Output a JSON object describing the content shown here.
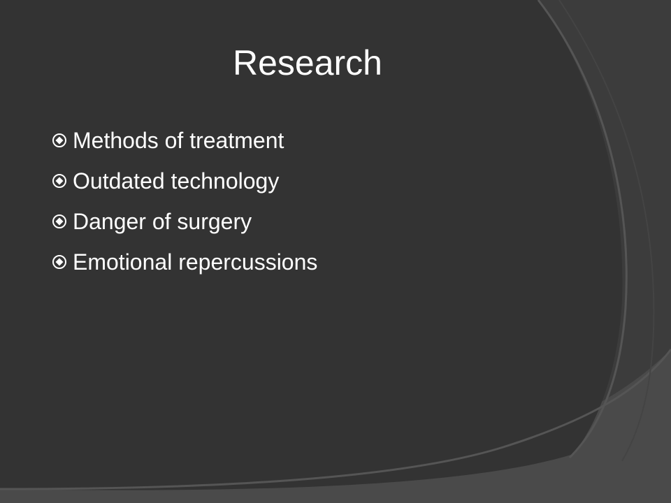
{
  "slide": {
    "title": "Research",
    "bullets": [
      "Methods of treatment",
      "Outdated technology",
      "Danger of surgery",
      "Emotional repercussions"
    ],
    "bullet_icon": "circled-diamond-icon",
    "colors": {
      "background": "#3c3c3c",
      "panel": "#333333",
      "frame": "#4a4a4a",
      "text": "#ffffff"
    }
  }
}
